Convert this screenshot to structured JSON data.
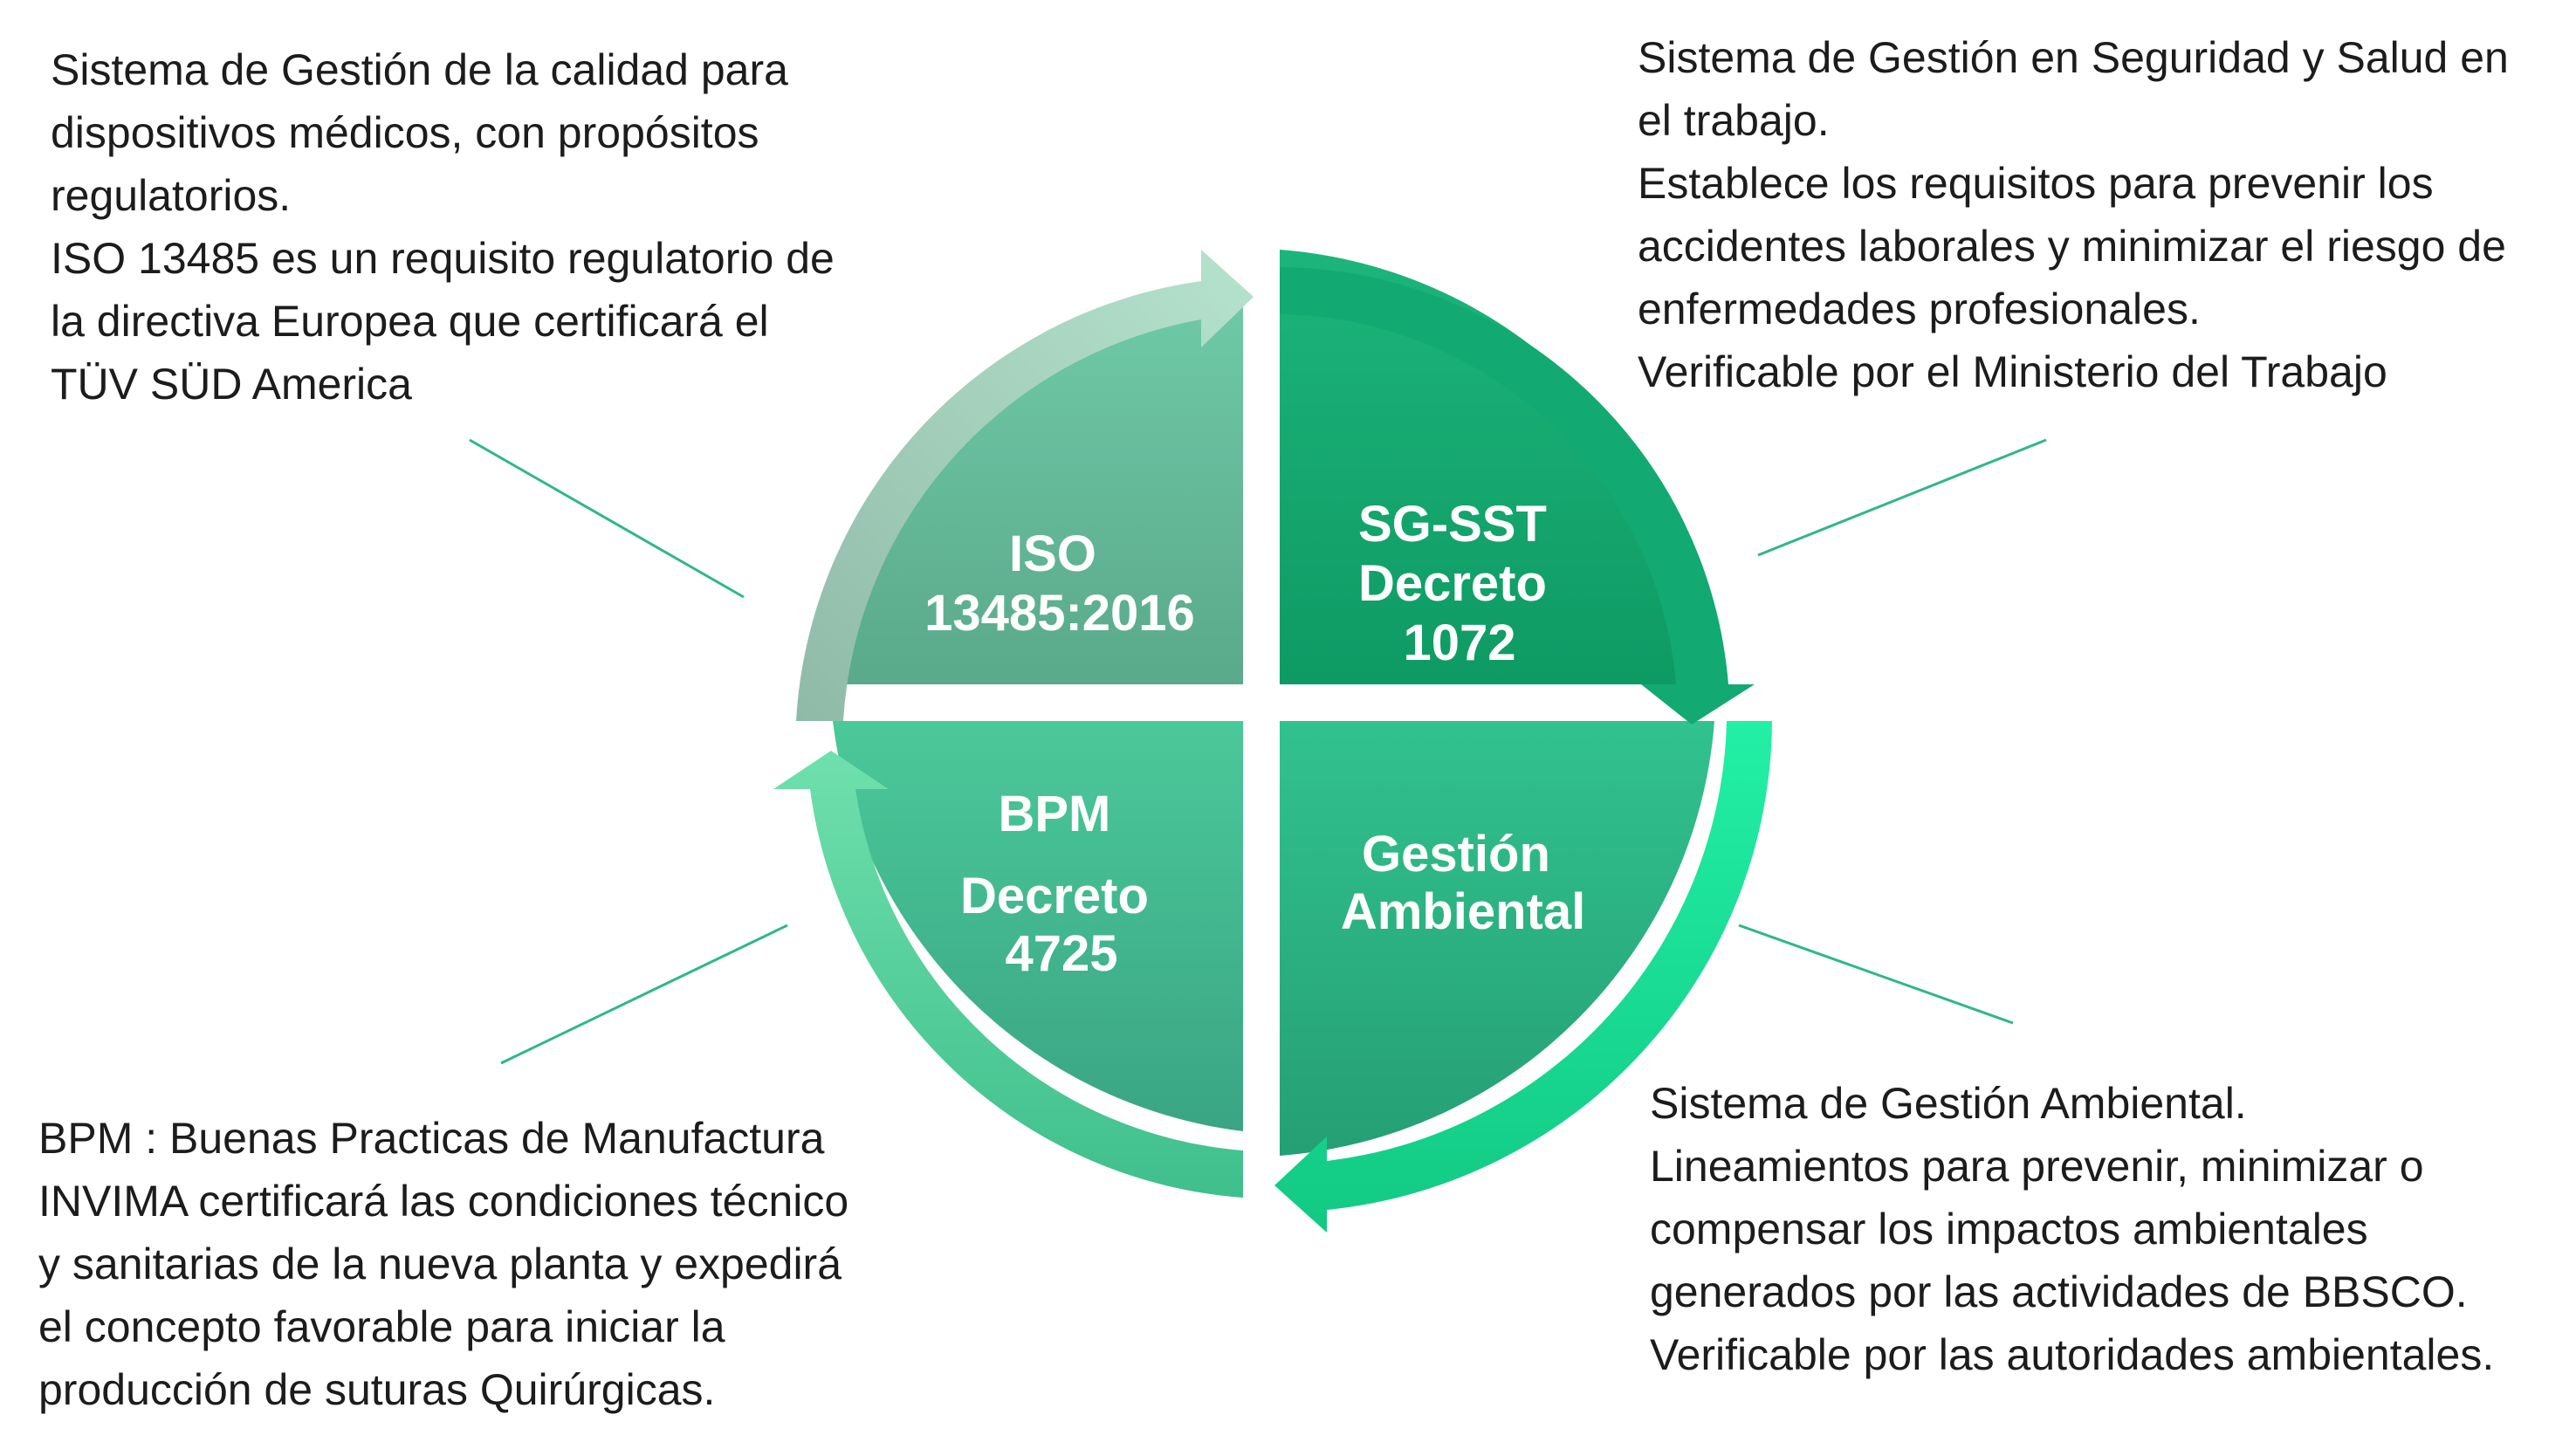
{
  "quadrants": {
    "iso": {
      "label_lines": [
        "ISO",
        "13485:2016"
      ]
    },
    "sst": {
      "label_lines": [
        "SG-SST",
        "Decreto",
        "1072"
      ]
    },
    "bpm": {
      "label_lines": [
        "BPM",
        "Decreto",
        "4725"
      ]
    },
    "amb": {
      "label_lines": [
        "Gestión",
        "Ambiental"
      ]
    }
  },
  "notes": {
    "iso": [
      "Sistema de Gestión de la calidad para",
      "dispositivos médicos, con propósitos",
      "regulatorios.",
      "ISO 13485 es un requisito regulatorio de",
      "la directiva Europea que certificará el",
      "TÜV SÜD America"
    ],
    "sst": [
      "Sistema de Gestión en Seguridad y Salud en",
      "el trabajo.",
      "Establece los requisitos  para prevenir los",
      "accidentes laborales y minimizar el riesgo de",
      "enfermedades profesionales.",
      "Verificable por el Ministerio del Trabajo"
    ],
    "bpm": [
      "BPM : Buenas Practicas de Manufactura",
      "INVIMA certificará las condiciones técnico",
      "y sanitarias de la nueva planta y expedirá",
      "el concepto favorable para iniciar la",
      "producción de suturas Quirúrgicas."
    ],
    "amb": [
      "Sistema de Gestión Ambiental.",
      "Lineamientos  para prevenir, minimizar o",
      "compensar los impactos ambientales",
      "generados por las actividades de BBSCO.",
      "Verificable por las autoridades ambientales."
    ]
  },
  "colors": {
    "iso_fill": "#67bfa0",
    "sst_fill": "#17a870",
    "bpm_fill": "#40b88e",
    "amb_fill": "#2cb184",
    "iso_arrow": "#a9d9c3",
    "sst_arrow": "#12aa72",
    "bpm_arrow": "#5fd8a2",
    "amb_arrow": "#1fe3a0",
    "connector": "#2fb886"
  }
}
